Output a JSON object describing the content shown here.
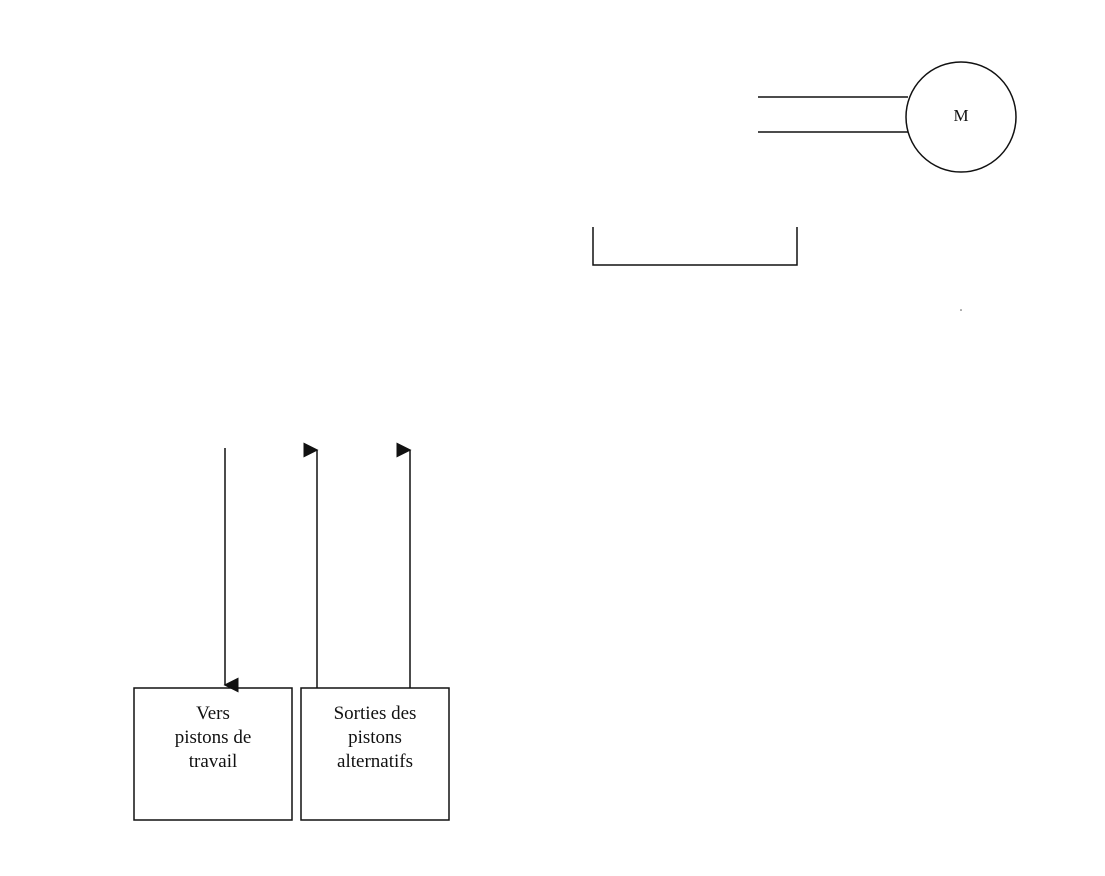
{
  "motor": {
    "label": "M"
  },
  "boxes": {
    "vers_pistons": {
      "lines": [
        "Vers",
        "pistons de",
        "travail"
      ]
    },
    "sorties_pistons": {
      "lines": [
        "Sorties des",
        "pistons",
        "alternatifs"
      ]
    }
  },
  "colors": {
    "stroke": "#111111",
    "background": "#ffffff"
  }
}
